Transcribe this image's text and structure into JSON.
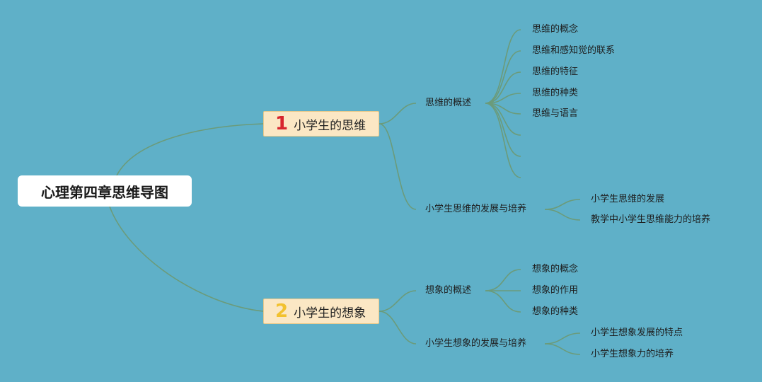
{
  "title": "心理第四章思维导图",
  "colors": {
    "background": "#5fb0c8",
    "line": "#6b9b7a",
    "branch_fill": "#fbe7c4",
    "num1": "#d7262e",
    "num2": "#f2c12e"
  },
  "branches": [
    {
      "number": "1",
      "label": "小学生的思维",
      "subs": [
        {
          "label": "思维的概述",
          "children": [
            "思维的概念",
            "思维和感知觉的联系",
            "思维的特征",
            "思维的种类",
            "思维与语言"
          ]
        },
        {
          "label": "小学生思维的发展与培养",
          "children": [
            "小学生思维的发展",
            "教学中小学生思维能力的培养"
          ]
        }
      ]
    },
    {
      "number": "2",
      "label": "小学生的想象",
      "subs": [
        {
          "label": "想象的概述",
          "children": [
            "想象的概念",
            "想象的作用",
            "想象的种类"
          ]
        },
        {
          "label": "小学生想象的发展与培养",
          "children": [
            "小学生想象发展的特点",
            "小学生想象力的培养"
          ]
        }
      ]
    }
  ]
}
